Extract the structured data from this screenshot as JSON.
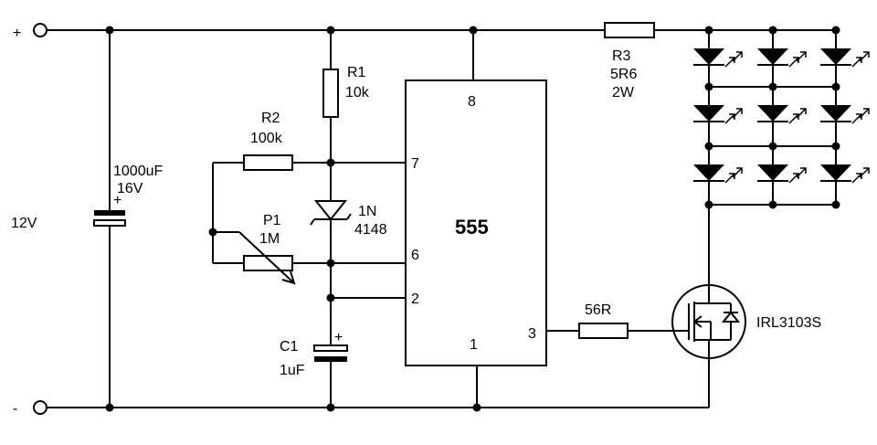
{
  "rails": {
    "positive": "+",
    "negative": "-",
    "supply": "12V"
  },
  "c_main": {
    "name": "1000uF",
    "rating": "16V",
    "polarity": "+"
  },
  "r1": {
    "name": "R1",
    "value": "10k"
  },
  "r2": {
    "name": "R2",
    "value": "100k"
  },
  "p1": {
    "name": "P1",
    "value": "1M"
  },
  "diode": {
    "line1": "1N",
    "line2": "4148"
  },
  "c1": {
    "name": "C1",
    "value": "1uF",
    "polarity": "+"
  },
  "ic": {
    "name": "555",
    "pin8": "8",
    "pin7": "7",
    "pin6": "6",
    "pin2": "2",
    "pin1": "1",
    "pin3": "3"
  },
  "r3": {
    "name": "R3",
    "value": "5R6",
    "power": "2W"
  },
  "gate_resistor": {
    "value": "56R"
  },
  "mosfet": {
    "name": "IRL3103S"
  }
}
